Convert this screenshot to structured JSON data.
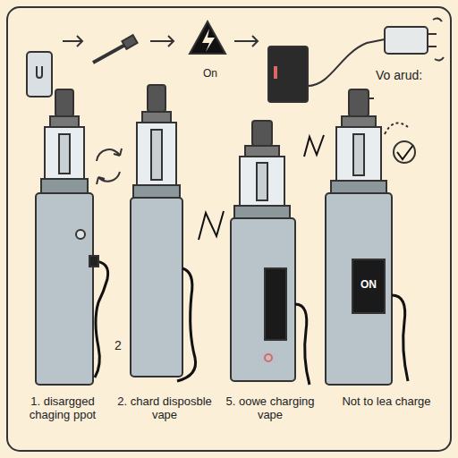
{
  "diagram": {
    "labels": [
      "On",
      "Vo arud:",
      "2",
      "ON",
      "1. disargged chaging ppot",
      "2. chard disposble vape",
      "5. oowe charging vape",
      "Not to lea charge"
    ]
  }
}
